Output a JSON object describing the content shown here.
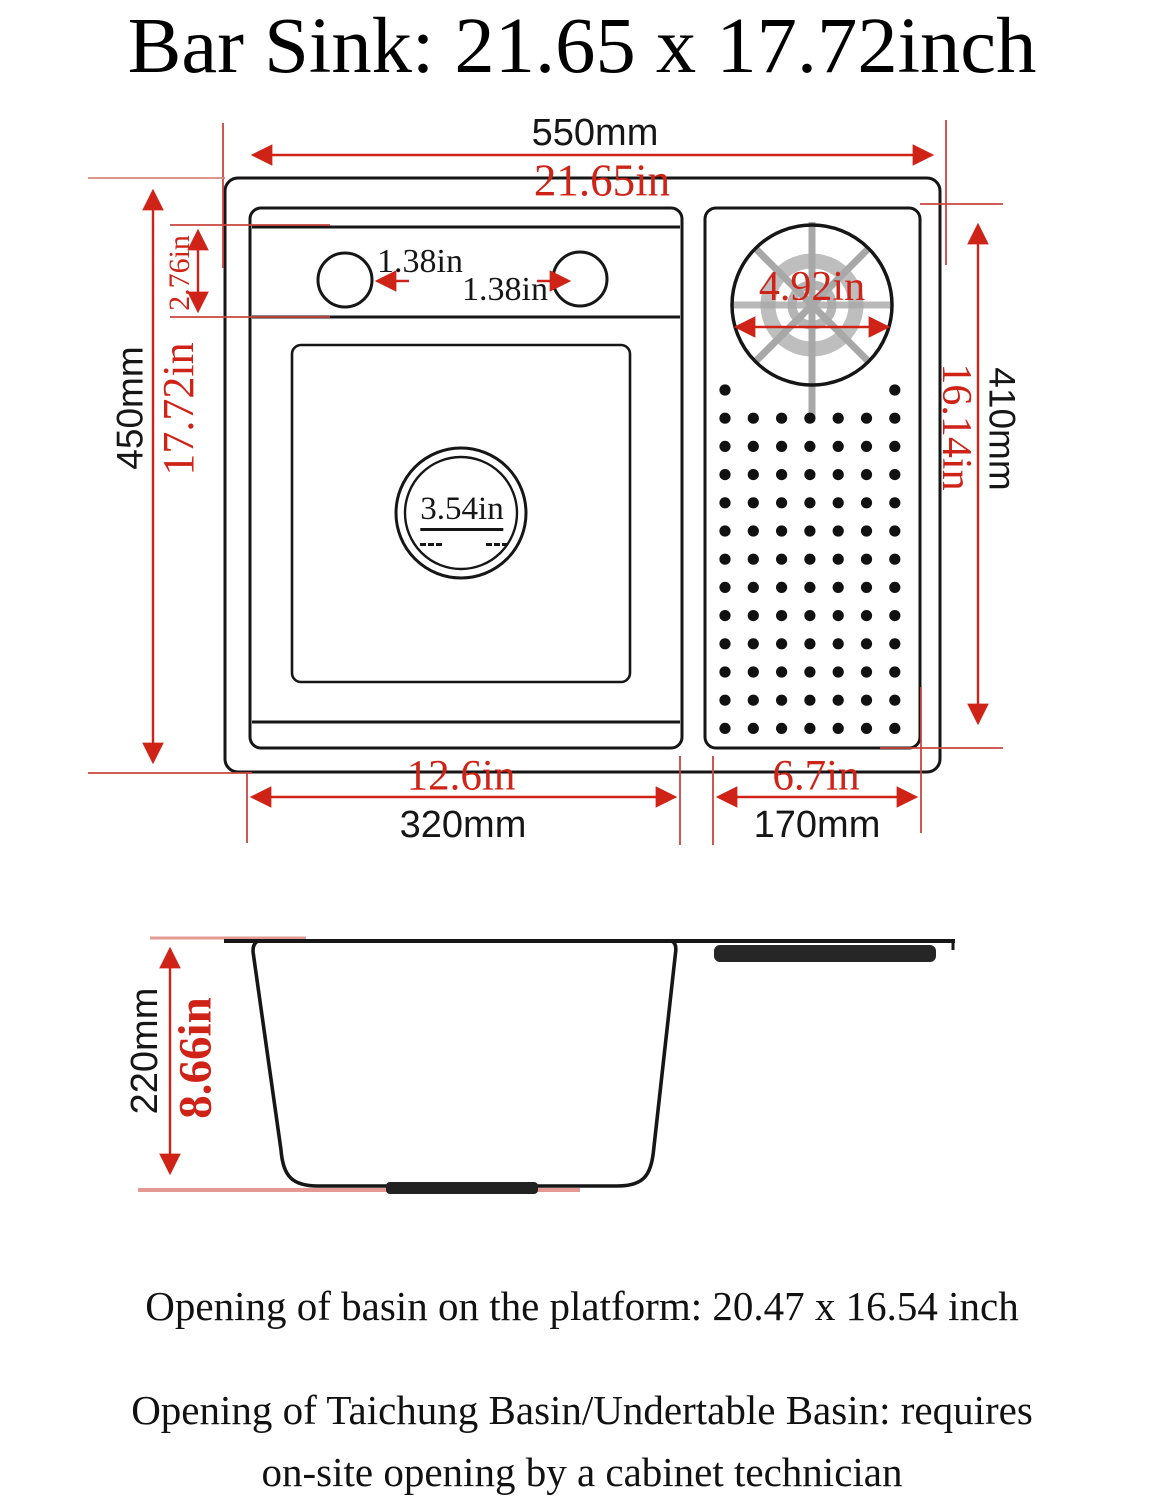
{
  "title": "Bar Sink: 21.65 x 17.72inch",
  "colors": {
    "dimension_red": "#cf2318",
    "extension_red": "#c8463e",
    "side_pink": "#e49a92",
    "line_black": "#161616",
    "spoke_gray": "#a8a8a8"
  },
  "top_view": {
    "overall_width_mm": "550mm",
    "overall_width_in": "21.65in",
    "overall_depth_mm": "450mm",
    "overall_depth_in": "17.72in",
    "deck_depth_in": "2.76in",
    "faucet_hole_left": "1.38in",
    "faucet_hole_right": "1.38in",
    "cup_rinser_diameter": "4.92in",
    "drain_diameter": "3.54in",
    "drainboard_depth_in": "16.14in",
    "drainboard_depth_mm": "410mm",
    "basin_width_in": "12.6in",
    "basin_width_mm": "320mm",
    "drainboard_width_in": "6.7in",
    "drainboard_width_mm": "170mm"
  },
  "side_view": {
    "depth_mm": "220mm",
    "depth_in": "8.66in"
  },
  "notes": {
    "line1": "Opening of basin on the platform: 20.47 x 16.54 inch",
    "line2": "Opening of Taichung Basin/Undertable Basin: requires",
    "line3": "on-site opening by a cabinet technician"
  }
}
